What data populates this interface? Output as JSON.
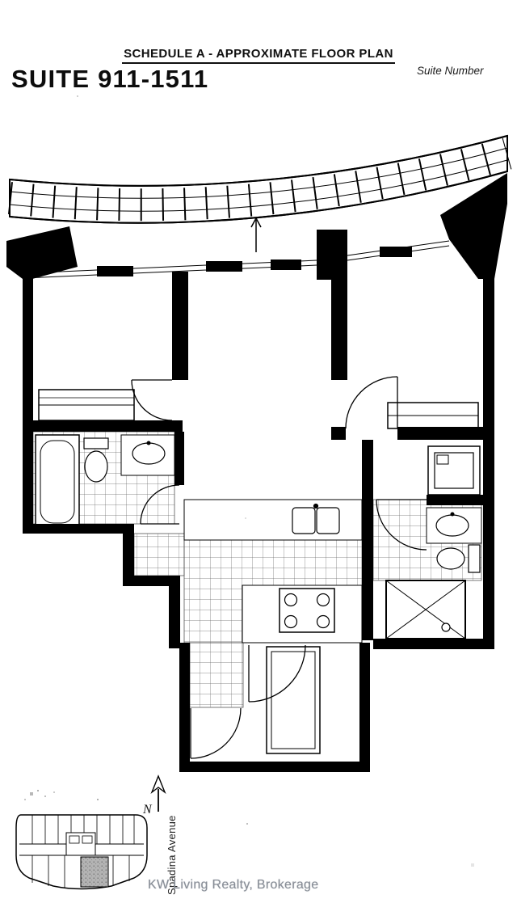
{
  "header": {
    "schedule_title": "SCHEDULE A - APPROXIMATE FLOOR PLAN",
    "suite_number_label": "Suite Number",
    "suite_title": "SUITE 911-1511"
  },
  "key_plan": {
    "north_label": "N",
    "street_label": "Spadina Avenue"
  },
  "footer": {
    "watermark": "KW Living Realty, Brokerage"
  },
  "colors": {
    "ink": "#000000",
    "paper": "#ffffff",
    "watermark": "#878d96",
    "shaded_unit": "#b3b3b3",
    "tile_line": "#555555"
  }
}
